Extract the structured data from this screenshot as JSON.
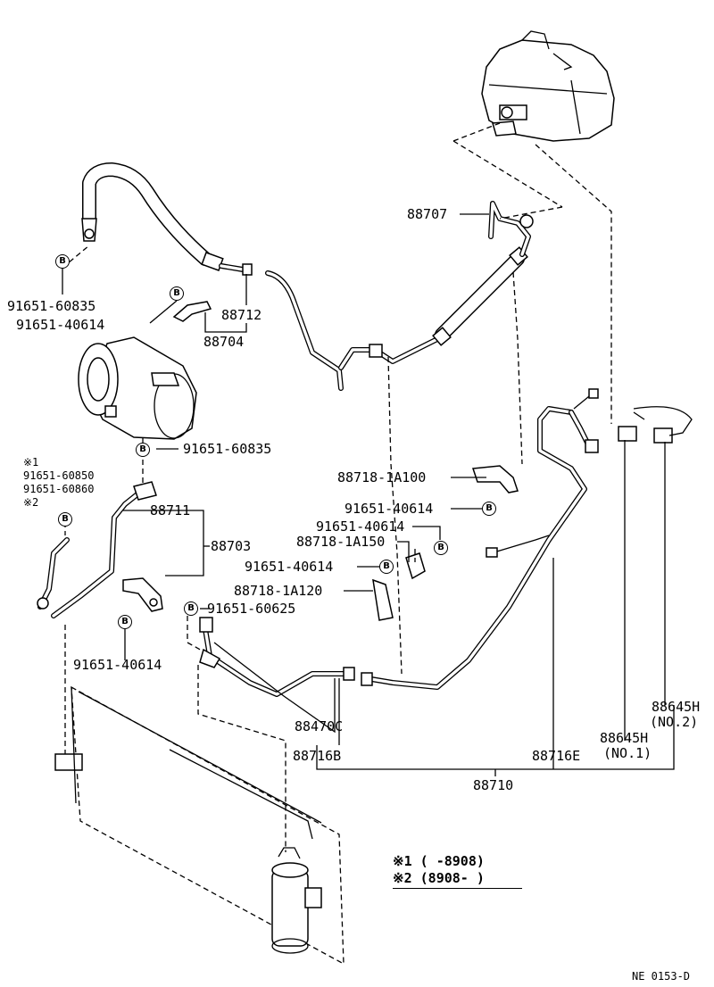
{
  "bolt_symbol": "B",
  "labels": {
    "p88707": "88707",
    "p91651_60835_a": "91651-60835",
    "p91651_40614_a": "91651-40614",
    "p88712": "88712",
    "p88704": "88704",
    "p91651_60835_b": "91651-60835",
    "note1_mark": "※1",
    "p91651_60850": "91651-60850",
    "p91651_60860": "91651-60860",
    "note2_mark": "※2",
    "p88711": "88711",
    "p88703": "88703",
    "p88718_1A100": "88718-1A100",
    "p91651_40614_b": "91651-40614",
    "p91651_40614_c": "91651-40614",
    "p88718_1A150": "88718-1A150",
    "p91651_40614_d": "91651-40614",
    "p88718_1A120": "88718-1A120",
    "p91651_60625": "91651-60625",
    "p91651_40614_e": "91651-40614",
    "p88645H_no2": "88645H",
    "no2": "(NO.2)",
    "p88470C": "88470C",
    "p88645H_no1": "88645H",
    "no1": "(NO.1)",
    "p88716B": "88716B",
    "p88716E": "88716E",
    "p88710": "88710"
  },
  "legend": {
    "line1": "※1 (      -8908)",
    "line2": "※2 (8908-      )"
  },
  "figure_code": "NE 0153-D"
}
